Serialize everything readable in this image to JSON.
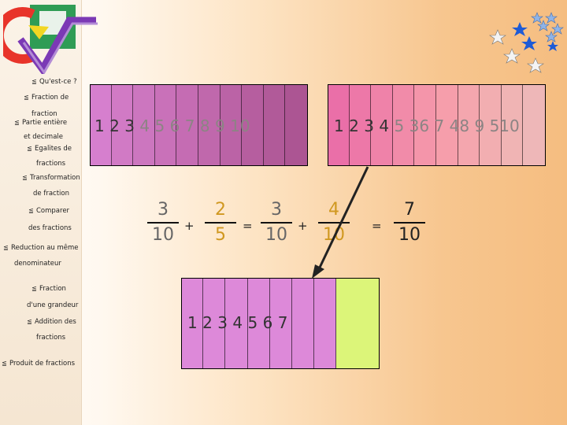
{
  "logo": {
    "name": "fraction-logo",
    "colors": {
      "red": "#e8342a",
      "green": "#2f9c55",
      "yellow": "#f2d623",
      "violet": "#7b39b5"
    }
  },
  "decor": {
    "stars": "stars-icon"
  },
  "sidebar": {
    "items": [
      {
        "label": "Qu'est-ce ?"
      },
      {
        "label": "Fraction de"
      },
      {
        "label": "fraction"
      },
      {
        "label": "Partie entière"
      },
      {
        "label": "et decimale"
      },
      {
        "label": "Egalites de"
      },
      {
        "label": "fractions"
      },
      {
        "label": "Transformation"
      },
      {
        "label": "de fraction"
      },
      {
        "label": "Comparer"
      },
      {
        "label": "des fractions"
      },
      {
        "label": "Reduction au même"
      },
      {
        "label": "denominateur"
      },
      {
        "label": "Fraction"
      },
      {
        "label": "d'une grandeur"
      },
      {
        "label": "Addition des"
      },
      {
        "label": "fractions"
      },
      {
        "label": "Produit de fractions"
      }
    ]
  },
  "left_box": {
    "cell_colors": [
      "#d67fce",
      "#d17ac5",
      "#cc76bf",
      "#c971b9",
      "#c56cb3",
      "#c068ac",
      "#bb63a6",
      "#b65e9f",
      "#b15a99",
      "#ac5593"
    ],
    "numbers": [
      "1",
      "2",
      "3",
      "4",
      "5",
      "6",
      "7",
      "8",
      "9",
      "10"
    ]
  },
  "right_box": {
    "cell_colors": [
      "#ea6fa8",
      "#ed78a8",
      "#ef82a9",
      "#f18ba9",
      "#f495aa",
      "#f69eab",
      "#f4a6ae",
      "#f2aeb1",
      "#f0b4b4",
      "#eeb7b8"
    ],
    "numbers": [
      "1",
      "2",
      "3",
      "4",
      "5",
      "36",
      "7",
      "48",
      "9",
      "510"
    ]
  },
  "equation": {
    "fractions": [
      {
        "num": "3",
        "den": "10",
        "color": "#666666"
      },
      {
        "num": "2",
        "den": "5",
        "color": "#d09820"
      },
      {
        "num": "3",
        "den": "10",
        "color": "#666666"
      },
      {
        "num": "4",
        "den": "10",
        "color": "#d09820"
      },
      {
        "num": "7",
        "den": "10",
        "color": "#222222"
      }
    ],
    "operators": [
      "+",
      "=",
      "+",
      "="
    ]
  },
  "bottom_box": {
    "numbers": [
      "1",
      "2",
      "3",
      "4",
      "5",
      "6",
      "7"
    ],
    "fill_color": "#dd89d9",
    "empty_color": "#dcf579"
  }
}
